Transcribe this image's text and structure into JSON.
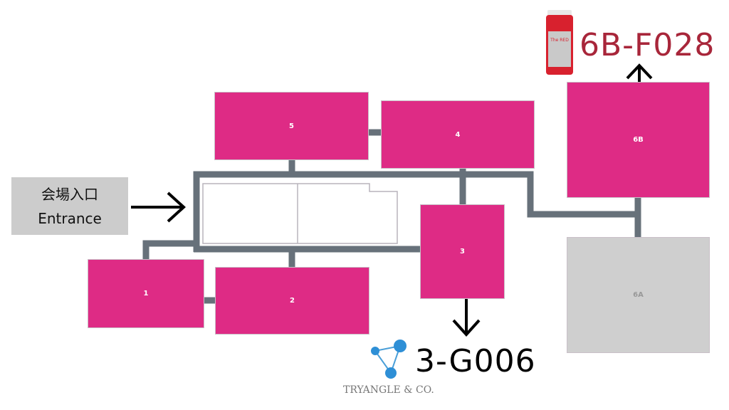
{
  "entrance": {
    "ja": "会場入口",
    "en": "Entrance"
  },
  "booths": [
    {
      "id": "1",
      "label": "1"
    },
    {
      "id": "2",
      "label": "2"
    },
    {
      "id": "3",
      "label": "3"
    },
    {
      "id": "4",
      "label": "4"
    },
    {
      "id": "5",
      "label": "5"
    },
    {
      "id": "6B",
      "label": "6B"
    },
    {
      "id": "6A",
      "label": "6A"
    }
  ],
  "callouts": {
    "booth_6b_code": "6B-F028",
    "booth_3_code": "3-G006",
    "product_label": "The RED",
    "company_logo": "TRYANGLE & CO."
  },
  "colors": {
    "booth": "#de2b85",
    "corridor": "#67717a",
    "inactive_booth": "#cfcfcf",
    "code_6b": "#a8263a"
  }
}
